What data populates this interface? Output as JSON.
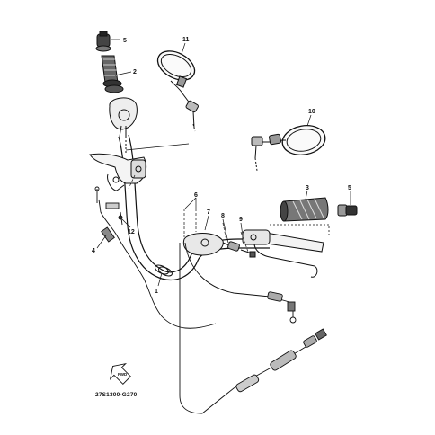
{
  "diagram": {
    "code": "27S1300-G270",
    "fwd_label": "FWD",
    "callouts": {
      "c1": "1",
      "c2": "2",
      "c3": "3",
      "c4": "4",
      "c5a": "5",
      "c5b": "5",
      "c6": "6",
      "c7": "7",
      "c8": "8",
      "c9": "9",
      "c10": "10",
      "c11": "11",
      "c12": "12"
    }
  }
}
